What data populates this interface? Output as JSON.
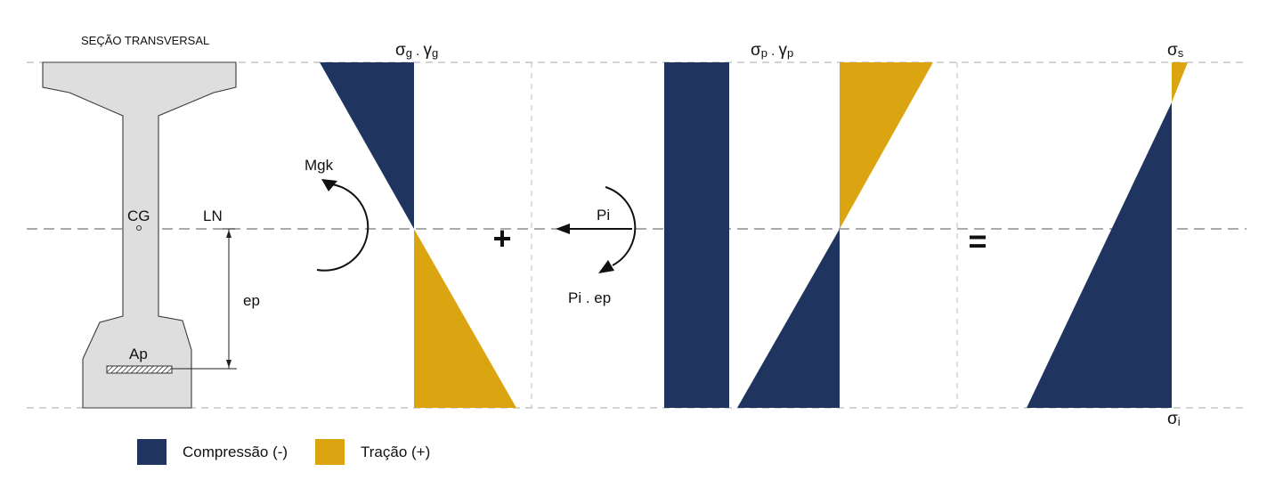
{
  "colors": {
    "compression": "#1f3560",
    "tension": "#dba511",
    "section_fill": "#dedede"
  },
  "section": {
    "title": "SEÇÃO TRANSVERSAL",
    "cg_label": "CG",
    "ln_label": "LN",
    "ep_label": "ep",
    "ap_label": "Ap"
  },
  "diagram_g": {
    "stress_sym": "σ",
    "stress_sub": "g",
    "sep": " . ",
    "factor_sym": "γ",
    "factor_sub": "g",
    "moment_label": "Mgk"
  },
  "operators": {
    "plus": "+",
    "equals": "="
  },
  "diagram_p": {
    "stress_sym": "σ",
    "stress_sub": "p",
    "sep": " . ",
    "factor_sym": "γ",
    "factor_sub": "p",
    "force_label": "Pi",
    "moment_label": "Pi . ep"
  },
  "diagram_result": {
    "top_sym": "σ",
    "top_sub": "s",
    "bottom_sym": "σ",
    "bottom_sub": "i"
  },
  "legend": {
    "compression_label": "Compressão (-)",
    "tension_label": "Tração (+)"
  }
}
